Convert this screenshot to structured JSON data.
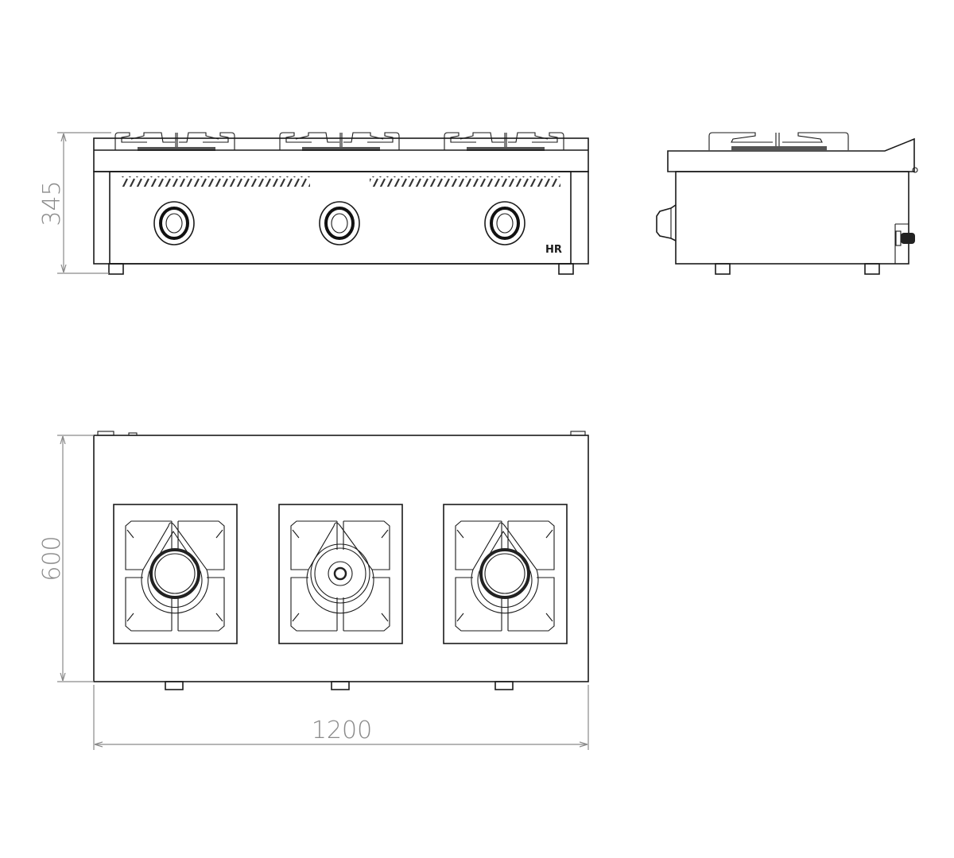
{
  "drawing": {
    "dimensions": {
      "height": "345",
      "depth": "600",
      "width": "1200"
    },
    "logo": "HR",
    "burner_count": 3,
    "colors": {
      "line": "#1a1a1a",
      "dimension": "#8a8a8a"
    }
  }
}
